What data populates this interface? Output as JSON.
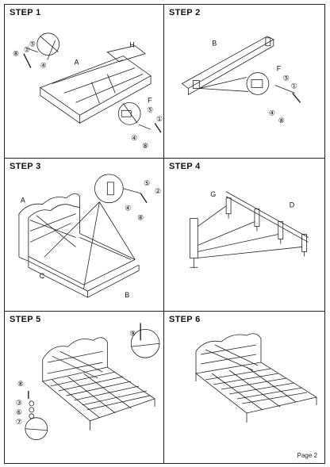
{
  "steps": [
    {
      "title": "STEP 1",
      "parts": {
        "a": "A",
        "h": "H",
        "f": "F",
        "n5": "⑤",
        "n1": "①",
        "n4": "④",
        "n8": "⑧",
        "n5b": "⑤",
        "n1b": "①",
        "n4b": "④",
        "n8b": "⑧"
      }
    },
    {
      "title": "STEP 2",
      "parts": {
        "b": "B",
        "f": "F",
        "n5": "⑤",
        "n1": "①",
        "n4": "④",
        "n8": "⑧"
      }
    },
    {
      "title": "STEP 3",
      "parts": {
        "a": "A",
        "c": "C",
        "b": "B",
        "n5": "⑤",
        "n2": "②",
        "n4": "④",
        "n8": "⑧"
      }
    },
    {
      "title": "STEP 4",
      "parts": {
        "g": "G",
        "d": "D"
      }
    },
    {
      "title": "STEP 5",
      "parts": {
        "n9": "⑨",
        "n8": "⑧",
        "n3": "③",
        "n6": "⑥",
        "n7": "⑦"
      }
    },
    {
      "title": "STEP 6"
    }
  ],
  "footer": {
    "page": "Page 2"
  }
}
